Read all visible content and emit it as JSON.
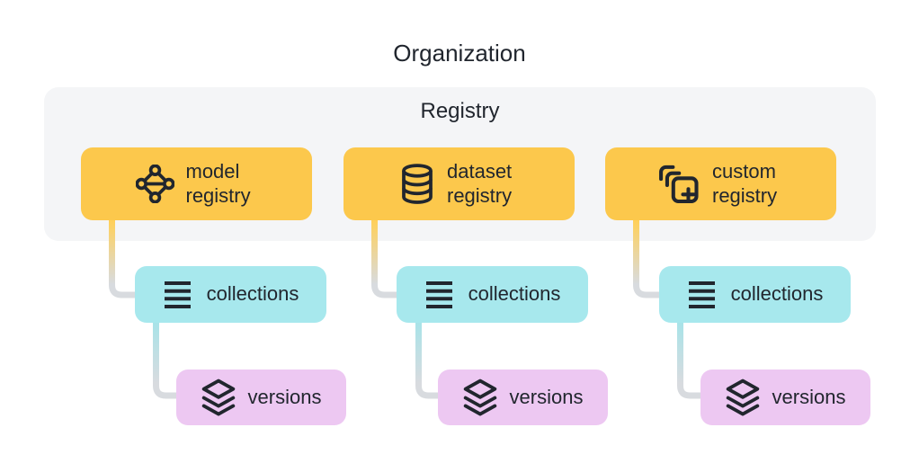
{
  "title": "Organization",
  "panel": {
    "label": "Registry"
  },
  "colors": {
    "page_bg": "#FFFFFF",
    "panel_bg": "#F4F5F7",
    "registry_box_bg": "#FCC84C",
    "collections_box_bg": "#A7E8ED",
    "versions_box_bg": "#EDC8F2",
    "text": "#21262E",
    "connector_gray": "#D8DBDF",
    "connector_yellow": "#FFD05A",
    "connector_cyan": "#A9E3E8"
  },
  "columns": [
    {
      "registry": {
        "label": "model registry",
        "icon": "model-graph-icon"
      },
      "collections": {
        "label": "collections",
        "icon": "list-icon"
      },
      "versions": {
        "label": "versions",
        "icon": "layers-stack-icon"
      }
    },
    {
      "registry": {
        "label": "dataset registry",
        "icon": "database-icon"
      },
      "collections": {
        "label": "collections",
        "icon": "list-icon"
      },
      "versions": {
        "label": "versions",
        "icon": "layers-stack-icon"
      }
    },
    {
      "registry": {
        "label": "custom registry",
        "icon": "copy-add-icon"
      },
      "collections": {
        "label": "collections",
        "icon": "list-icon"
      },
      "versions": {
        "label": "versions",
        "icon": "layers-stack-icon"
      }
    }
  ]
}
